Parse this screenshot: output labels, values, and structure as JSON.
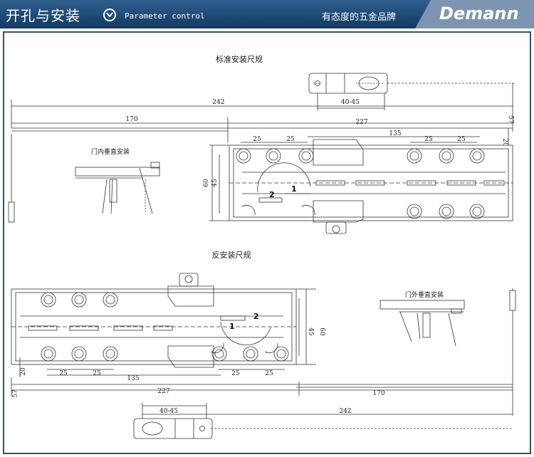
{
  "header": {
    "title": "开孔与安装",
    "subtitle": "Parameter control",
    "slogan": "有态度的五金品牌",
    "brand": "Demann"
  },
  "top_section": {
    "title": "标准安装尺规",
    "dims": {
      "d242": "242",
      "d40_45": "40-45",
      "d170": "170",
      "d227": "227",
      "d57": "57",
      "d135": "135",
      "d25": "25",
      "d20": "20",
      "d60": "60",
      "d45": "45"
    },
    "arrow_numbers": [
      "1",
      "2"
    ],
    "inset_title": "门内垂直安装"
  },
  "bottom_section": {
    "title": "反安装尺规",
    "dims": {
      "d242": "242",
      "d40_45": "40-45",
      "d170": "170",
      "d227": "227",
      "d57": "57",
      "d135": "135",
      "d25": "25",
      "d20": "20",
      "d60": "60",
      "d45": "45"
    },
    "arrow_numbers": [
      "1",
      "2"
    ],
    "inset_title": "门外垂直安装"
  },
  "colors": {
    "header_top": "#2f5f8e",
    "header_bottom": "#123a63",
    "frame": "#3b4f68"
  }
}
